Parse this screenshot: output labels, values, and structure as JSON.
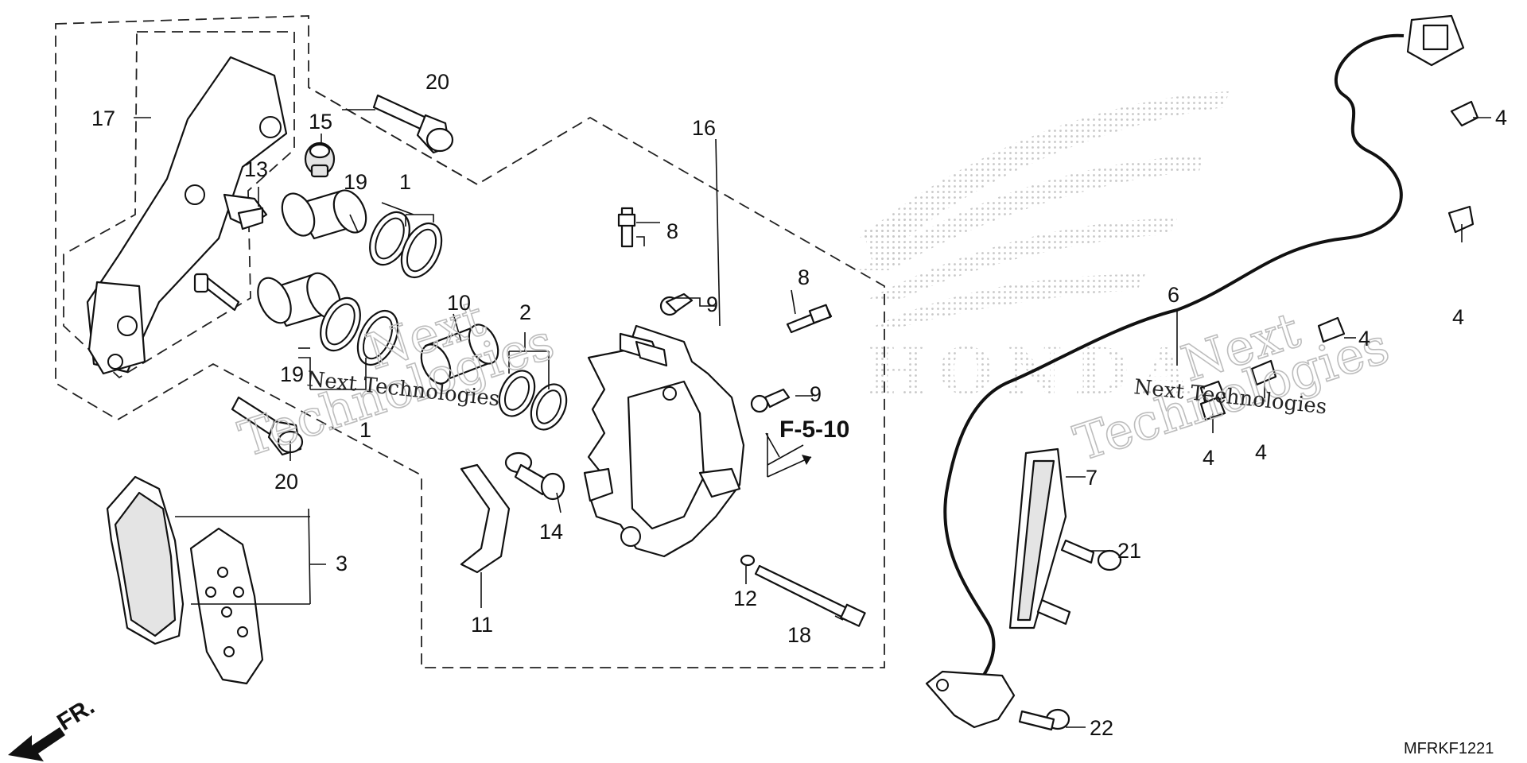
{
  "diagram": {
    "labels": {
      "p1": "1",
      "p2": "2",
      "p3": "3",
      "p4": "4",
      "p6": "6",
      "p7": "7",
      "p8": "8",
      "p9": "9",
      "p10": "10",
      "p11": "11",
      "p12": "12",
      "p13": "13",
      "p14": "14",
      "p15": "15",
      "p16": "16",
      "p17": "17",
      "p18": "18",
      "p19": "19",
      "p20": "20",
      "p21": "21",
      "p22": "22"
    },
    "reference": "F-5-10",
    "front_marker": "FR.",
    "diagram_code": "MFRKF1221",
    "watermark": {
      "line1": "Next",
      "line2": "Technologies",
      "inline": "Next Technologies"
    },
    "emblem_text": "HONDA"
  },
  "colors": {
    "line": "#111111",
    "dots": "#c8c8c8",
    "watermark": "#bdbdbd"
  }
}
